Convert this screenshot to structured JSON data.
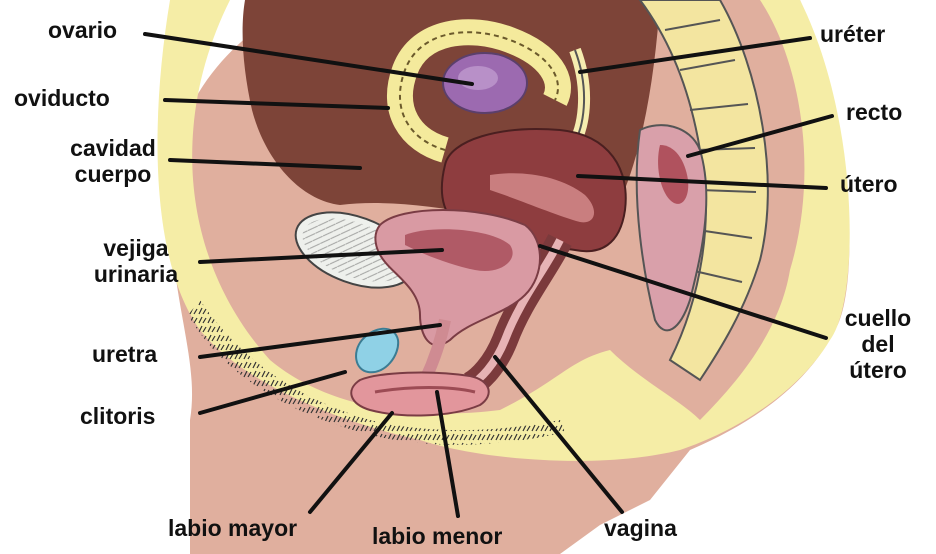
{
  "labels": {
    "ovario": "ovario",
    "oviducto": "oviducto",
    "cavidad_line1": "cavidad",
    "cavidad_line2": "cuerpo",
    "vejiga_line1": "vejiga",
    "vejiga_line2": "urinaria",
    "uretra": "uretra",
    "clitoris": "clitoris",
    "labio_mayor": "labio mayor",
    "labio_menor": "labio menor",
    "vagina": "vagina",
    "ureter": "uréter",
    "recto": "recto",
    "utero": "útero",
    "cuello_line1": "cuello",
    "cuello_line2": "del",
    "cuello_line3": "útero"
  },
  "colors": {
    "skin": "#e0af9e",
    "fat": "#f5eda6",
    "body_cavity": "#7d4438",
    "uterus": "#8e3d3f",
    "uterus_inner": "#c97e7f",
    "bladder": "#d99aa3",
    "ovary": "#9c6ab0",
    "pubic_bone": "#eef0ec",
    "clitoris": "#8fd1e6",
    "leader_line": "#111111"
  }
}
